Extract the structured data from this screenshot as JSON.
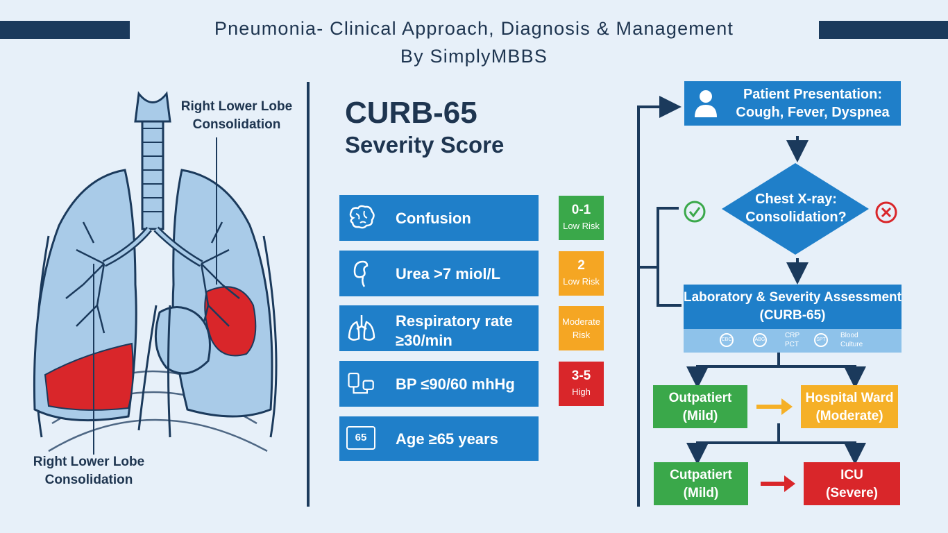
{
  "header": {
    "title": "Pneumonia- Clinical Approach, Diagnosis & Management",
    "byline": "By SimplyMBBS"
  },
  "lung_figure": {
    "top_label_line1": "Right Lower Lobe",
    "top_label_line2": "Consolidation",
    "bottom_label_line1": "Right Lower Lobe",
    "bottom_label_line2": "Consolidation"
  },
  "curb65": {
    "title": "CURB-65",
    "subtitle": "Severity Score",
    "criteria": [
      {
        "icon": "brain-icon",
        "label": "Confusion"
      },
      {
        "icon": "kidney-icon",
        "label": "Urea >7 miol/L"
      },
      {
        "icon": "lungs-icon",
        "label_line1": "Respiratory rate",
        "label_line2": "≥30/min"
      },
      {
        "icon": "blood-pressure-icon",
        "label": "BP ≤90/60 mhHg"
      },
      {
        "icon": "calendar-icon",
        "icon_text": "65",
        "label": "Age ≥65 years"
      }
    ],
    "risk": [
      {
        "score": "0-1",
        "level": "Low Risk",
        "color": "#3aa84a"
      },
      {
        "score": "2",
        "level": "Low Risk",
        "color": "#f5a623"
      },
      {
        "score": "",
        "level_line1": "Moderate",
        "level_line2": "Risk",
        "color": "#f5a623"
      },
      {
        "score": "3-5",
        "level": "High",
        "color": "#d9262a"
      }
    ]
  },
  "flowchart": {
    "presentation_line1": "Patient Presentation:",
    "presentation_line2": "Cough, Fever, Dyspnea",
    "xray_line1": "Chest X-ray:",
    "xray_line2": "Consolidation?",
    "lab_line1": "Laboratory & Severity Assessment",
    "lab_line2": "(CURB-65)",
    "lab_items": [
      "CBC",
      "ABG",
      "CRP",
      "PCT",
      "SPT",
      "Blood",
      "Culture"
    ],
    "outpatient1_line1": "Outpatiert",
    "outpatient1_line2": "(Mild)",
    "ward_line1": "Hospital Ward",
    "ward_line2": "(Moderate)",
    "outpatient2_line1": "Cutpatiert",
    "outpatient2_line2": "(Mild)",
    "icu_line1": "ICU",
    "icu_line2": "(Severe)",
    "colors": {
      "blue": "#1f7fc9",
      "green": "#3aa84a",
      "orange": "#f5b027",
      "red": "#d9262a",
      "navy": "#1b3a5c"
    }
  }
}
